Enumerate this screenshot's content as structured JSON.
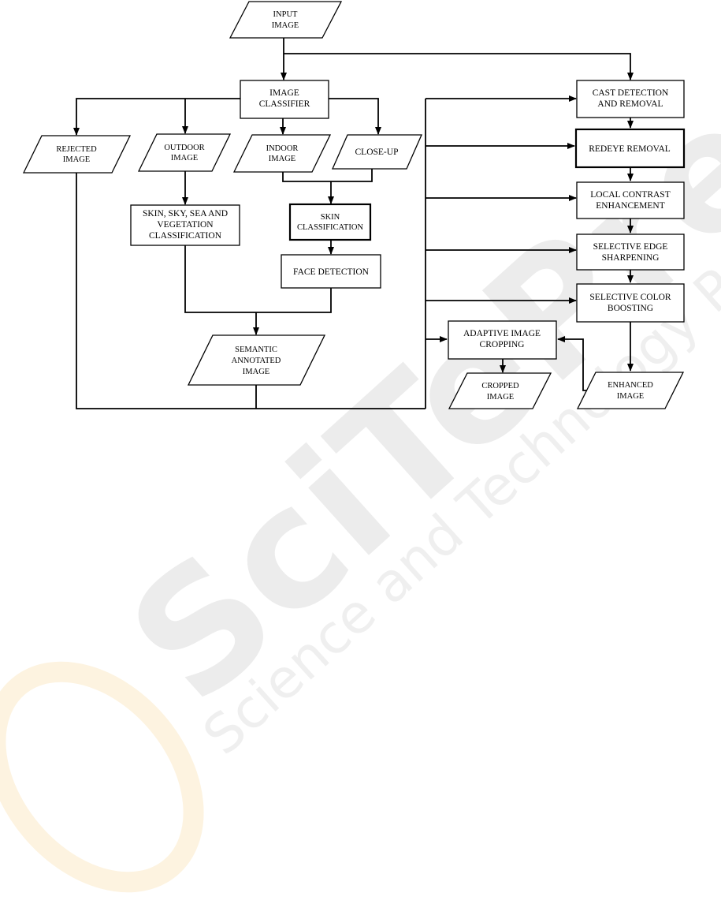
{
  "watermark": {
    "big_text": "SciTePress",
    "small_text": "Science and Technology Publications"
  },
  "nodes": {
    "input_image": [
      "INPUT",
      "IMAGE"
    ],
    "image_classifier": [
      "IMAGE",
      "CLASSIFIER"
    ],
    "rejected_image": [
      "REJECTED",
      "IMAGE"
    ],
    "outdoor_image": [
      "OUTDOOR",
      "IMAGE"
    ],
    "indoor_image": [
      "INDOOR",
      "IMAGE"
    ],
    "close_up": [
      "CLOSE-UP"
    ],
    "skin_sky_sea_veg": [
      "SKIN, SKY, SEA AND",
      "VEGETATION",
      "CLASSIFICATION"
    ],
    "skin_classification": [
      "SKIN",
      "CLASSIFICATION"
    ],
    "face_detection": [
      "FACE DETECTION"
    ],
    "semantic_annotated": [
      "SEMANTIC",
      "ANNOTATED",
      "IMAGE"
    ],
    "cast_detection": [
      "CAST DETECTION",
      "AND REMOVAL"
    ],
    "redeye_removal": [
      "REDEYE REMOVAL"
    ],
    "local_contrast": [
      "LOCAL CONTRAST",
      "ENHANCEMENT"
    ],
    "selective_edge": [
      "SELECTIVE EDGE",
      "SHARPENING"
    ],
    "selective_color": [
      "SELECTIVE COLOR",
      "BOOSTING"
    ],
    "adaptive_cropping": [
      "ADAPTIVE IMAGE",
      "CROPPING"
    ],
    "cropped_image": [
      "CROPPED",
      "IMAGE"
    ],
    "enhanced_image": [
      "ENHANCED",
      "IMAGE"
    ]
  }
}
